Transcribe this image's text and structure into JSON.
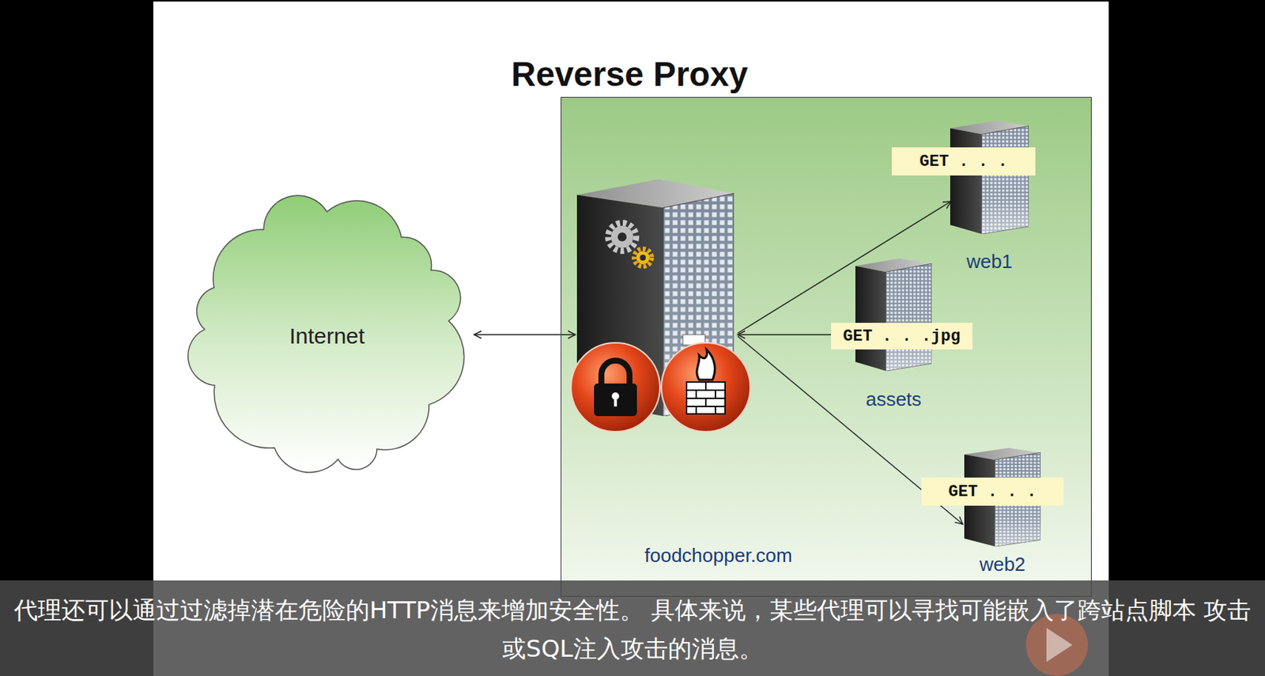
{
  "diagram": {
    "title": "Reverse Proxy",
    "caption": "代理还可以通过过滤掉潜在危险的HTTP消息来增加安全性。 具体来说，某些代理可以寻找可能嵌入了跨站点脚本 攻击或SQL注入攻击的消息。",
    "nodes": [
      {
        "text": [
          "Internet"
        ]
      },
      {
        "text": [
          "foodchopper.com"
        ]
      },
      {
        "text": [
          "web1"
        ],
        "in": 1
      },
      {
        "text": [
          "GET . . ."
        ],
        "in": 1
      },
      {
        "text": [
          "assets"
        ],
        "in": 1
      },
      {
        "text": [
          "GET . . .jpg"
        ],
        "in": 1
      },
      {
        "text": [
          "web2"
        ],
        "in": 1
      },
      {
        "text": [
          "GET . . ."
        ],
        "in": 1
      }
    ]
  }
}
